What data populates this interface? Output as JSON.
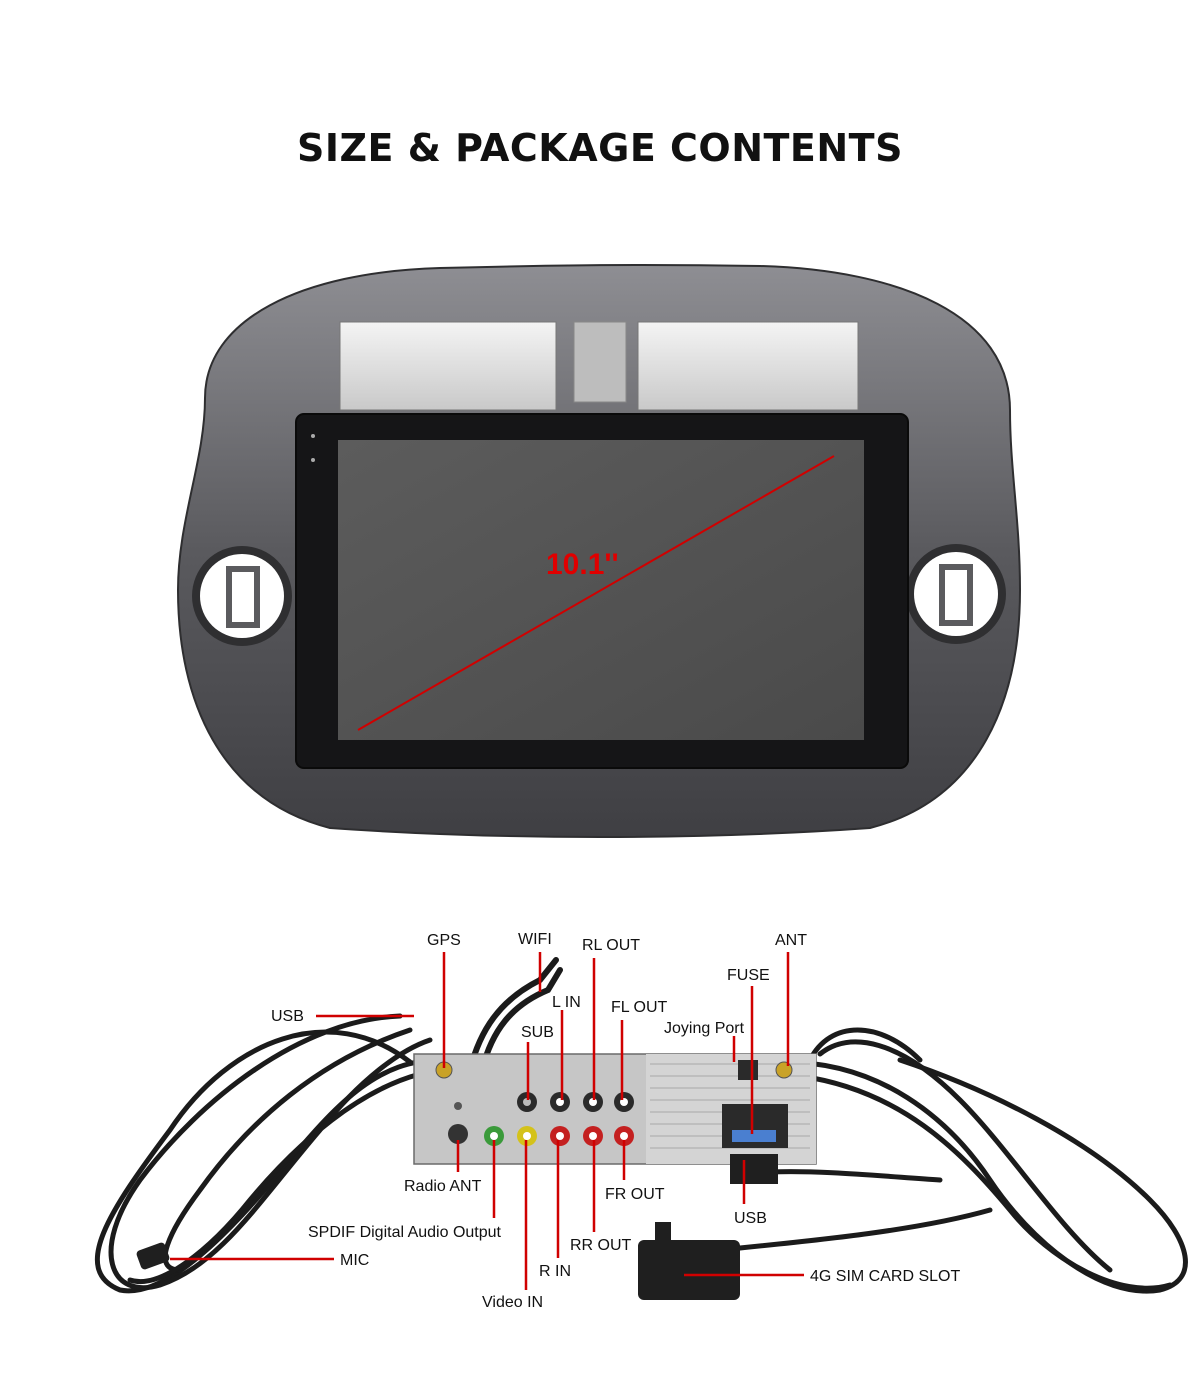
{
  "title": "SIZE & PACKAGE CONTENTS",
  "screen_size": "10.1''",
  "accent_color": "#e00000",
  "labels": {
    "gps": "GPS",
    "wifi": "WIFI",
    "rl_out": "RL OUT",
    "ant": "ANT",
    "fuse": "FUSE",
    "usb_left": "USB",
    "l_in": "L IN",
    "fl_out": "FL OUT",
    "sub": "SUB",
    "joying_port": "Joying Port",
    "radio_ant": "Radio ANT",
    "fr_out": "FR OUT",
    "usb_right": "USB",
    "spdif": "SPDIF Digital Audio Output",
    "rr_out": "RR OUT",
    "mic": "MIC",
    "r_in": "R IN",
    "sim_slot": "4G SIM CARD SLOT",
    "video_in": "Video IN"
  }
}
